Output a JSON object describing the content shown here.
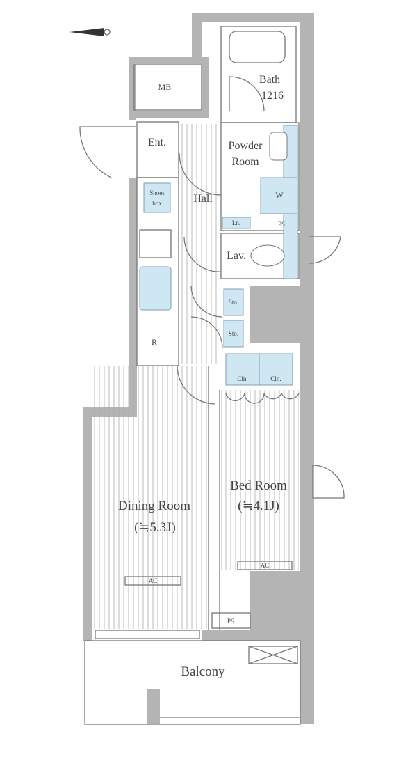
{
  "compass": {
    "label": "N"
  },
  "rooms": {
    "mb": "MB",
    "bath_name": "Bath",
    "bath_size": "1216",
    "entrance": "Ent.",
    "powder_1": "Powder",
    "powder_2": "Room",
    "shoes_1": "Shoes",
    "shoes_2": "box",
    "hall": "Hall",
    "washer": "W",
    "linen": "Ln.",
    "ps_top": "PS",
    "lavatory": "Lav.",
    "storage_1": "Sto.",
    "storage_2": "Sto.",
    "refrigerator": "R",
    "closet_1": "Cln.",
    "closet_2": "Cln.",
    "dining_name": "Dining Room",
    "dining_size": "(≒5.3J)",
    "bed_name": "Bed Room",
    "bed_size": "(≒4.1J)",
    "ac_dining": "AC",
    "ac_bed": "AC",
    "ps_bottom": "PS",
    "balcony": "Balcony"
  },
  "colors": {
    "wall": "#b4b4b4",
    "fixture": "#cfe6f3",
    "line": "#6a6a6a"
  }
}
